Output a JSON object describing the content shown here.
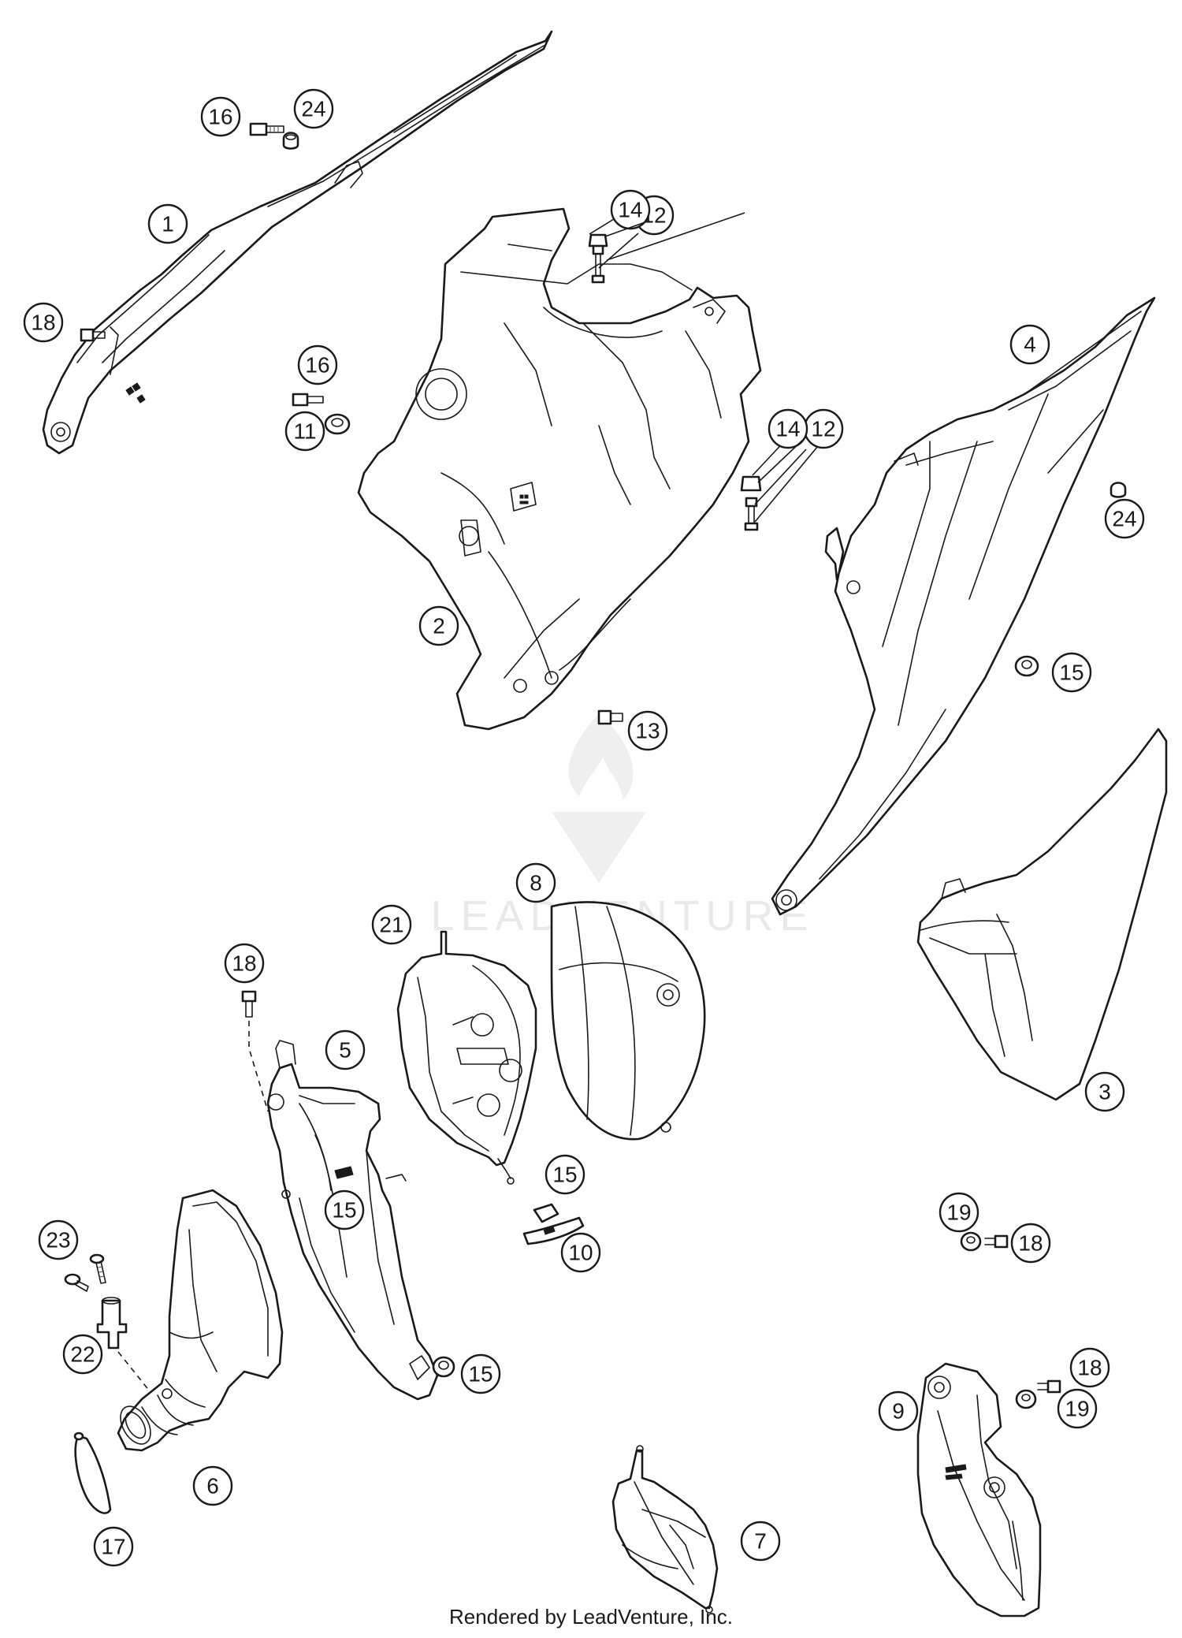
{
  "diagram": {
    "callouts": [
      {
        "id": "c1",
        "label": "1"
      },
      {
        "id": "c2",
        "label": "2"
      },
      {
        "id": "c3",
        "label": "3"
      },
      {
        "id": "c4",
        "label": "4"
      },
      {
        "id": "c5",
        "label": "5"
      },
      {
        "id": "c6",
        "label": "6"
      },
      {
        "id": "c7",
        "label": "7"
      },
      {
        "id": "c8",
        "label": "8"
      },
      {
        "id": "c9",
        "label": "9"
      },
      {
        "id": "c10",
        "label": "10"
      },
      {
        "id": "c11",
        "label": "11"
      },
      {
        "id": "c12a",
        "label": "12"
      },
      {
        "id": "c12b",
        "label": "12"
      },
      {
        "id": "c13",
        "label": "13"
      },
      {
        "id": "c14a",
        "label": "14"
      },
      {
        "id": "c14b",
        "label": "14"
      },
      {
        "id": "c15a",
        "label": "15"
      },
      {
        "id": "c15b",
        "label": "15"
      },
      {
        "id": "c15c",
        "label": "15"
      },
      {
        "id": "c15d",
        "label": "15"
      },
      {
        "id": "c16a",
        "label": "16"
      },
      {
        "id": "c16b",
        "label": "16"
      },
      {
        "id": "c17",
        "label": "17"
      },
      {
        "id": "c18a",
        "label": "18"
      },
      {
        "id": "c18b",
        "label": "18"
      },
      {
        "id": "c18c",
        "label": "18"
      },
      {
        "id": "c18d",
        "label": "18"
      },
      {
        "id": "c19a",
        "label": "19"
      },
      {
        "id": "c19b",
        "label": "19"
      },
      {
        "id": "c21",
        "label": "21"
      },
      {
        "id": "c22",
        "label": "22"
      },
      {
        "id": "c23",
        "label": "23"
      },
      {
        "id": "c24a",
        "label": "24"
      },
      {
        "id": "c24b",
        "label": "24"
      }
    ]
  },
  "watermark": {
    "text": "LEADVENTURE"
  },
  "footer": {
    "text": "Rendered by LeadVenture, Inc."
  }
}
